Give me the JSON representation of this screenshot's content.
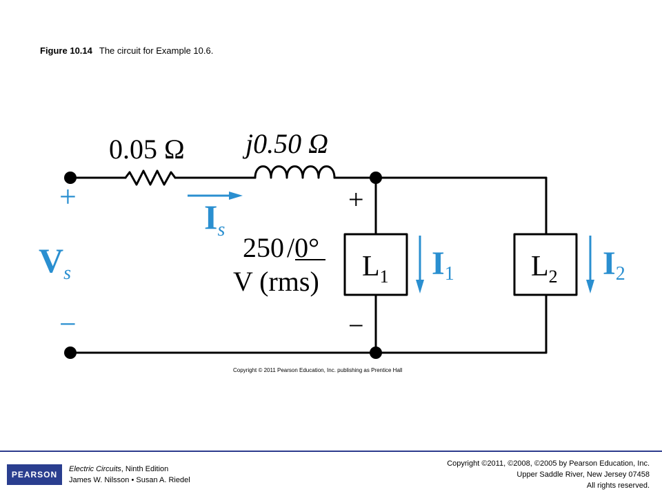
{
  "caption": {
    "label": "Figure 10.14",
    "text": "The circuit for Example 10.6."
  },
  "circuit": {
    "resistor_label": "0.05 Ω",
    "inductor_label": "j0.50 Ω",
    "source_plus": "+",
    "source_minus": "−",
    "source_symbol": "V",
    "source_sub": "s",
    "current_symbol": "I",
    "current_sub": "s",
    "load_plus": "+",
    "load_minus": "−",
    "voltage_value": "250",
    "voltage_angle": "/0°",
    "voltage_unit": "V (rms)",
    "load1": {
      "symbol": "L",
      "sub": "1"
    },
    "load2": {
      "symbol": "L",
      "sub": "2"
    },
    "current1": {
      "symbol": "I",
      "sub": "1"
    },
    "current2": {
      "symbol": "I",
      "sub": "2"
    },
    "accent_color": "#2a8fd0"
  },
  "figure_copyright": "Copyright © 2011 Pearson Education, Inc. publishing as Prentice Hall",
  "footer": {
    "logo": "PEARSON",
    "book_title": "Electric Circuits",
    "book_edition": ", Ninth Edition",
    "authors": "James W. Nilsson • Susan A. Riedel",
    "copyright_line1": "Copyright ©2011, ©2008, ©2005 by Pearson Education, Inc.",
    "copyright_line2": "Upper Saddle River, New Jersey 07458",
    "copyright_line3": "All rights reserved."
  }
}
